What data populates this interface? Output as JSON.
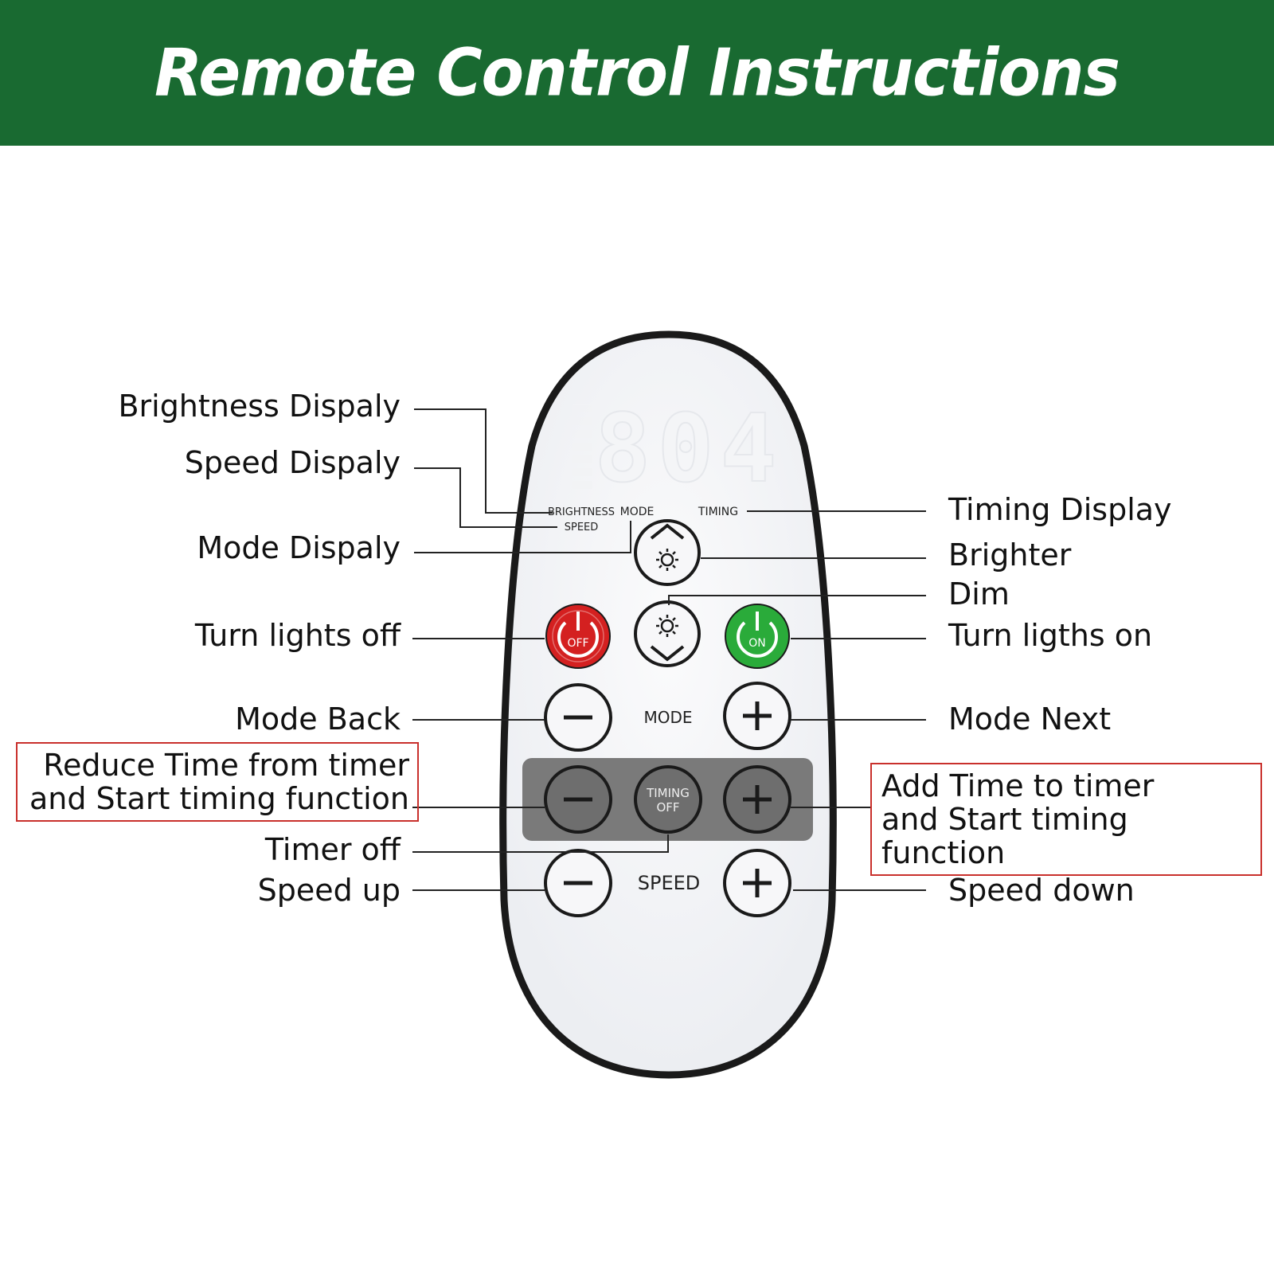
{
  "header": {
    "title": "Remote Control Instructions",
    "background_color": "#196a31"
  },
  "remote": {
    "display_digits": "804",
    "display_labels": {
      "brightness": "BRIGHTNESS",
      "speed": "SPEED",
      "mode": "MODE",
      "timing": "TIMING"
    },
    "buttons": {
      "off": "OFF",
      "on": "ON",
      "mode_label": "MODE",
      "timing_off_line1": "TIMING",
      "timing_off_line2": "OFF",
      "speed_label": "SPEED"
    },
    "colors": {
      "off_button": "#d42020",
      "on_button": "#2aab3a",
      "timing_panel": "#7a7a7a",
      "body_outline": "#1a1a1a"
    }
  },
  "callouts": {
    "brightness_display": "Brightness Dispaly",
    "speed_display": "Speed Dispaly",
    "mode_display": "Mode Dispaly",
    "turn_lights_off": "Turn lights off",
    "mode_back": "Mode Back",
    "reduce_time_line1": "Reduce Time from timer",
    "reduce_time_line2": "and Start timing function",
    "timer_off": "Timer off",
    "speed_up": "Speed up",
    "timing_display": "Timing Display",
    "brighter": "Brighter",
    "dim": "Dim",
    "turn_lights_on": "Turn ligths on",
    "mode_next": "Mode Next",
    "add_time_line1": "Add Time to timer",
    "add_time_line2": "and Start timing function",
    "speed_down": "Speed down"
  }
}
